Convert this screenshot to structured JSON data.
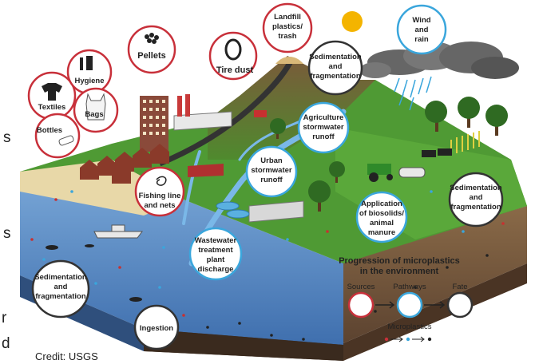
{
  "diagram": {
    "sources": [
      {
        "id": "textiles",
        "text": "Textiles"
      },
      {
        "id": "hygiene",
        "text": "Hygiene"
      },
      {
        "id": "bags",
        "text": "Bags"
      },
      {
        "id": "bottles",
        "text": "Bottles"
      },
      {
        "id": "pellets",
        "text": "Pellets"
      },
      {
        "id": "tire",
        "text": "Tire dust"
      },
      {
        "id": "landfill1",
        "text": "Landfill"
      },
      {
        "id": "landfill2",
        "text": "plastics/"
      },
      {
        "id": "landfill3",
        "text": "trash"
      },
      {
        "id": "fishing1",
        "text": "Fishing line"
      },
      {
        "id": "fishing2",
        "text": "and nets"
      }
    ],
    "pathways": [
      {
        "id": "wind1",
        "text": "Wind"
      },
      {
        "id": "wind2",
        "text": "and"
      },
      {
        "id": "wind3",
        "text": "rain"
      },
      {
        "id": "agri1",
        "text": "Agriculture"
      },
      {
        "id": "agri2",
        "text": "stormwater"
      },
      {
        "id": "agri3",
        "text": "runoff"
      },
      {
        "id": "urban1",
        "text": "Urban"
      },
      {
        "id": "urban2",
        "text": "stormwater"
      },
      {
        "id": "urban3",
        "text": "runoff"
      },
      {
        "id": "bio1",
        "text": "Application"
      },
      {
        "id": "bio2",
        "text": "of biosolids/"
      },
      {
        "id": "bio3",
        "text": "animal"
      },
      {
        "id": "bio4",
        "text": "manure"
      },
      {
        "id": "ww1",
        "text": "Wastewater"
      },
      {
        "id": "ww2",
        "text": "treatment"
      },
      {
        "id": "ww3",
        "text": "plant"
      },
      {
        "id": "ww4",
        "text": "discharge"
      }
    ],
    "fates": [
      {
        "id": "sedtop1",
        "text": "Sedimentation"
      },
      {
        "id": "sedtop2",
        "text": "and"
      },
      {
        "id": "sedtop3",
        "text": "fragmentation"
      },
      {
        "id": "sedright1",
        "text": "Sedimentation"
      },
      {
        "id": "sedright2",
        "text": "and"
      },
      {
        "id": "sedright3",
        "text": "fragmentation"
      },
      {
        "id": "sedleft1",
        "text": "Sedimentation"
      },
      {
        "id": "sedleft2",
        "text": "and"
      },
      {
        "id": "sedleft3",
        "text": "fragmentation"
      },
      {
        "id": "ingestion",
        "text": "Ingestion"
      }
    ],
    "legend": {
      "title1": "Progression of microplastics",
      "title2": "in the environment",
      "sources": "Sources",
      "pathways": "Pathways",
      "fate": "Fate",
      "micro": "Microplastics"
    },
    "colors": {
      "source": "#c8303a",
      "pathway": "#3aa6dc",
      "fate": "#333333"
    }
  },
  "edge_text": [
    "s",
    "s",
    "r",
    "d"
  ],
  "credit": "Credit: USGS"
}
